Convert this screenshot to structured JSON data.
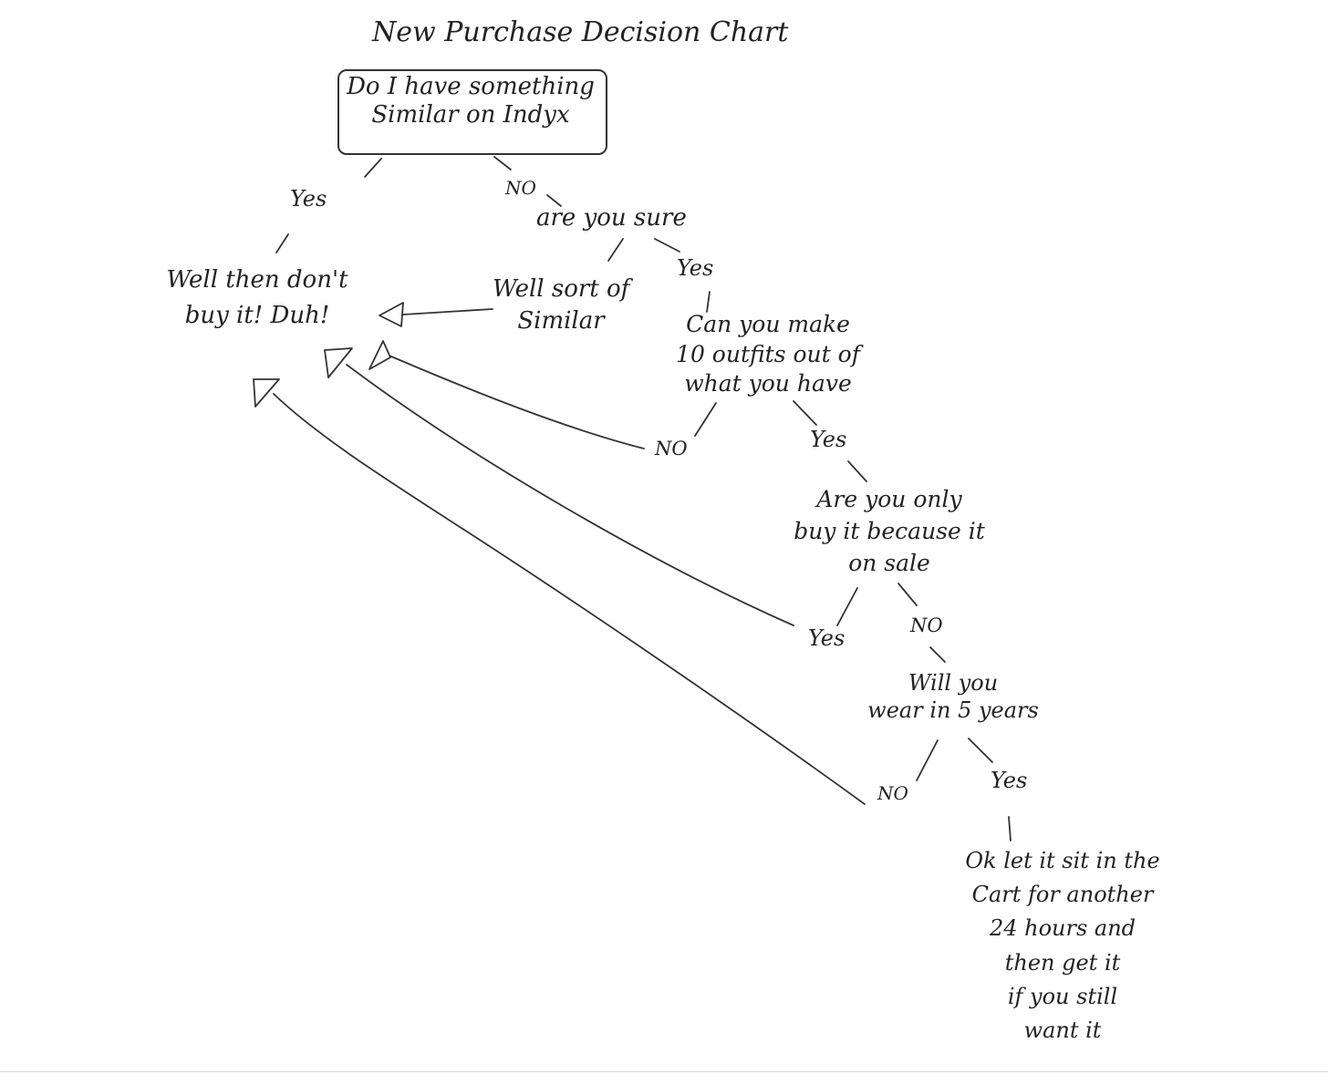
{
  "title": "New Purchase Decision Chart",
  "nodes": {
    "root": [
      "Do I have something",
      "Similar on Indyx"
    ],
    "dont_buy": [
      "Well then don't",
      "buy it! Duh!"
    ],
    "are_you_sure": [
      "are you sure"
    ],
    "sort_of": [
      "Well sort of",
      "Similar"
    ],
    "outfits": [
      "Can you make",
      "10 outfits out of",
      "what you have"
    ],
    "sale": [
      "Are you only",
      "buy it because it",
      "on sale"
    ],
    "five_years": [
      "Will you",
      "wear in 5 years"
    ],
    "final": [
      "Ok let it sit in the",
      "Cart for another",
      "24 hours and",
      "then get it",
      "if you still",
      "want it"
    ]
  },
  "labels": {
    "root_yes": "Yes",
    "root_no": "NO",
    "sure_yes": "Yes",
    "outfits_no": "NO",
    "outfits_yes": "Yes",
    "sale_yes": "Yes",
    "sale_no": "NO",
    "five_no": "NO",
    "five_yes": "Yes"
  },
  "colors": {
    "ink": "#222222",
    "background": "#ffffff"
  }
}
